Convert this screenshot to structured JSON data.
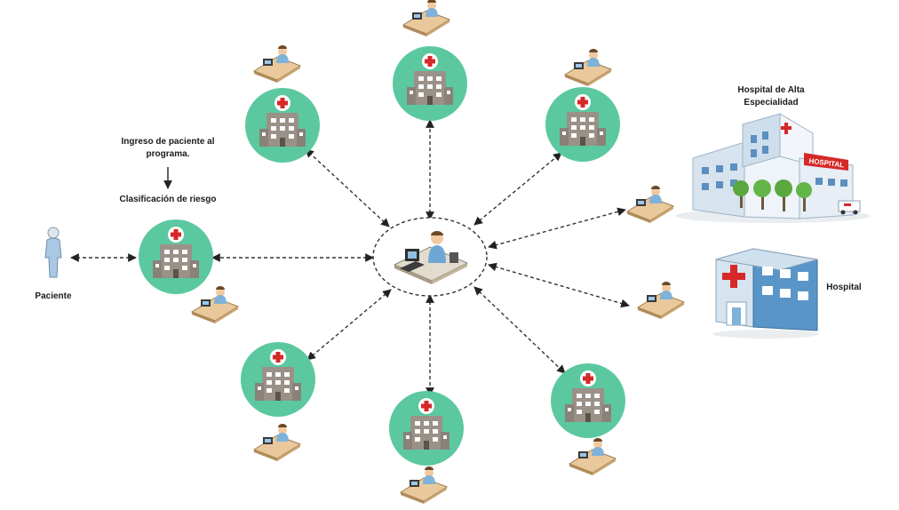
{
  "labels": {
    "ingreso": "Ingreso de paciente al programa.",
    "clasificacion": "Clasificación de riesgo",
    "paciente": "Paciente",
    "hospital_alta": "Hospital de Alta Especialidad",
    "hospital": "Hospital",
    "hospital_sign": "HOSPITAL"
  },
  "colors": {
    "clinic_circle": "#5cc8a0",
    "building": "#9a9188",
    "cross": "#d62828",
    "arrow": "#333333"
  },
  "icons": {
    "clinic": "health-center-icon",
    "workstation": "doctor-workstation-icon",
    "central": "central-coordination-icon",
    "patient": "patient-icon",
    "big_hospital": "specialty-hospital-icon",
    "hospital": "hospital-icon"
  }
}
